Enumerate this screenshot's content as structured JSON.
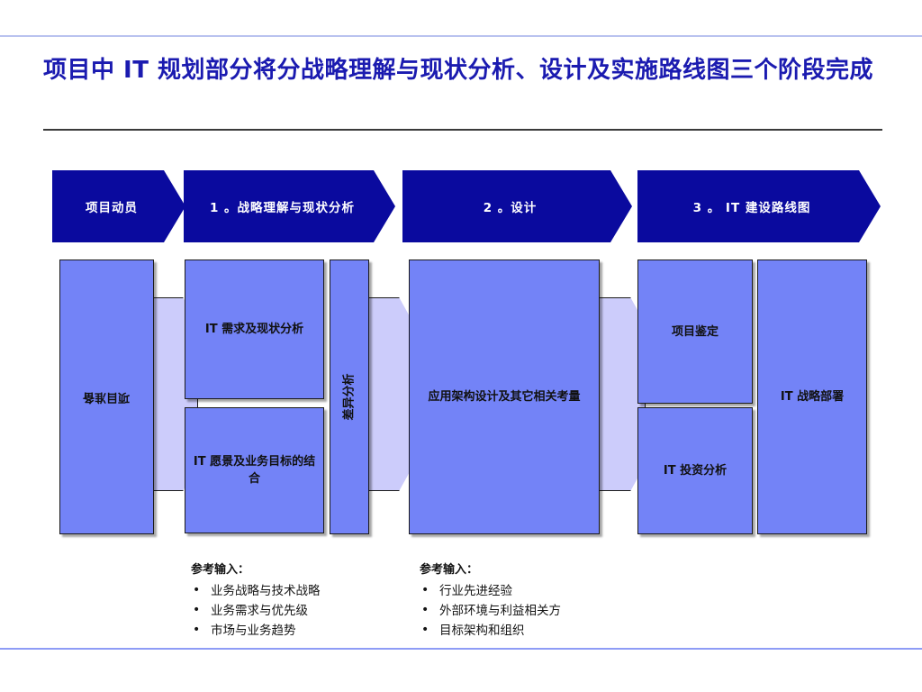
{
  "slide": {
    "title": "项目中 IT 规划部分将分战略理解与现状分析、设计及实施路线图三个阶段完成"
  },
  "colors": {
    "title_blue": "#1b1bb0",
    "chevron_navy": "#0a0a9e",
    "box_blue": "#7383f7",
    "connector_blue": "#ccccfb",
    "rule_blue": "#b9c2ef",
    "rule_dark": "#3a3a3a"
  },
  "phases": [
    {
      "label": "项目动员"
    },
    {
      "label": "1 。战略理解与现状分析"
    },
    {
      "label": "2 。设计"
    },
    {
      "label": "3 。 IT 建设路线图"
    }
  ],
  "activities": {
    "mobilization": "项目准备",
    "it_demand": "IT 需求及现状分析",
    "it_vision": "IT 愿景及业务目标的结合",
    "gap_analysis": "差异分析",
    "app_architecture": "应用架构设计及其它相关考量",
    "project_appraisal": "项目鉴定",
    "it_investment": "IT 投资分析",
    "it_deployment": "IT 战略部署"
  },
  "notes": [
    {
      "heading": "参考输入：",
      "items": [
        "业务战略与技术战略",
        "业务需求与优先级",
        "市场与业务趋势"
      ]
    },
    {
      "heading": "参考输入：",
      "items": [
        "行业先进经验",
        "外部环境与利益相关方",
        "目标架构和组织"
      ]
    }
  ]
}
